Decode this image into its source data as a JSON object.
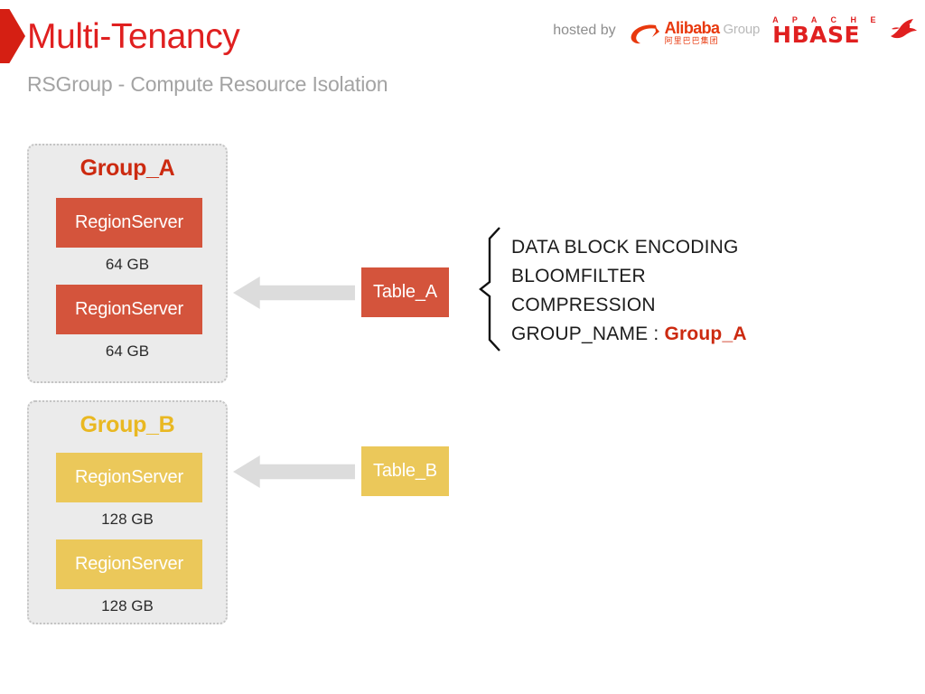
{
  "header": {
    "title": "Multi-Tenancy",
    "subtitle": "RSGroup - Compute Resource Isolation",
    "hosted_by_label": "hosted by",
    "alibaba": {
      "name": "Alibaba",
      "group_word": "Group",
      "chinese": "阿里巴巴集团",
      "icon": "alibaba-mark-icon"
    },
    "hbase": {
      "apache_word": "A P A C H E",
      "name": "HBASE",
      "icon": "hbase-orca-icon"
    },
    "colors": {
      "title_red": "#e02020",
      "subtitle_gray": "#a3a3a3",
      "chevron_red": "#d51f13"
    }
  },
  "groups": [
    {
      "id": "group-a",
      "title": "Group_A",
      "title_color": "#cc2a10",
      "server_color": "#d4543c",
      "servers": [
        {
          "label": "RegionServer",
          "memory": "64 GB"
        },
        {
          "label": "RegionServer",
          "memory": "64 GB"
        }
      ]
    },
    {
      "id": "group-b",
      "title": "Group_B",
      "title_color": "#e9b822",
      "server_color": "#ebc85a",
      "servers": [
        {
          "label": "RegionServer",
          "memory": "128 GB"
        },
        {
          "label": "RegionServer",
          "memory": "128 GB"
        }
      ]
    }
  ],
  "tables": [
    {
      "id": "table-a",
      "label": "Table_A",
      "color": "#d4543c"
    },
    {
      "id": "table-b",
      "label": "Table_B",
      "color": "#ebc85a"
    }
  ],
  "table_a_attributes": {
    "lines": [
      "DATA BLOCK ENCODING",
      "BLOOMFILTER",
      "COMPRESSION"
    ],
    "group_name_key": "GROUP_NAME : ",
    "group_name_value": "Group_A",
    "group_name_value_color": "#cc2a10"
  },
  "arrows": {
    "color": "#dcdcdc",
    "direction": "left"
  },
  "panel": {
    "background": "#ebebeb",
    "border_color": "#c4c4c4"
  }
}
